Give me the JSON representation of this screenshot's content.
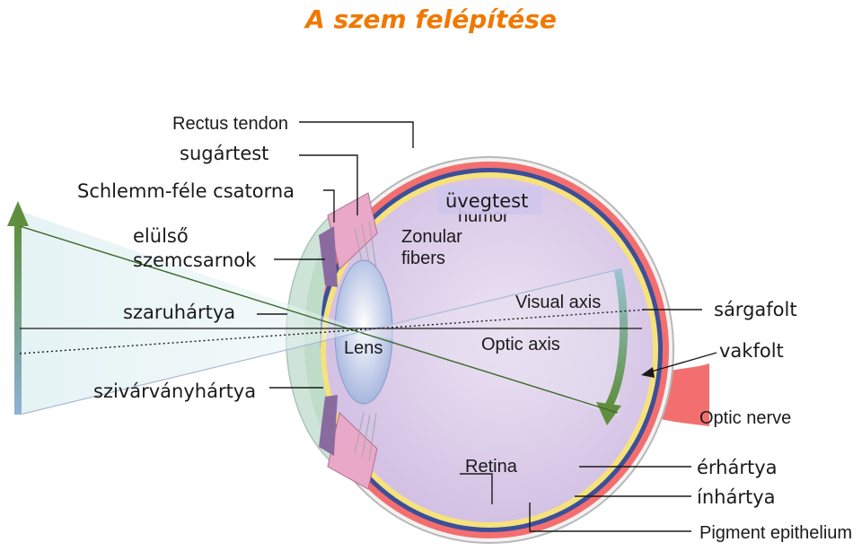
{
  "title": "A  szem felépítése",
  "colors": {
    "title": "#f07800",
    "sclera_pink": "#f36f6f",
    "vitreous": "#d9c9e8",
    "retina_yellow": "#f6e27a",
    "arrow_green": "#5f8f3e",
    "arrow_blue": "#8db2d6"
  },
  "labels_en": {
    "rectus_tendon": "Rectus tendon",
    "zonular_1": "Zonular",
    "zonular_2": "fibers",
    "humor_partial": "humor",
    "visual_axis": "Visual axis",
    "optic_axis": "Optic axis",
    "lens": "Lens",
    "optic_nerve": "Optic nerve",
    "retina": "Retina",
    "pigment_epithelium": "Pigment epithelium"
  },
  "labels_hu": {
    "sugartest": "sugártest",
    "schlemm": "Schlemm-féle csatorna",
    "elulso_1": "elülső",
    "elulso_2": "szemcsarnok",
    "szaruhartya": "szaruhártya",
    "szivarvanyhartya": "szivárványhártya",
    "uvegtest": "üvegtest",
    "sargafolt": "sárgafolt",
    "vakfolt": "vakfolt",
    "erhartya": "érhártya",
    "inhartya": "ínhártya"
  }
}
